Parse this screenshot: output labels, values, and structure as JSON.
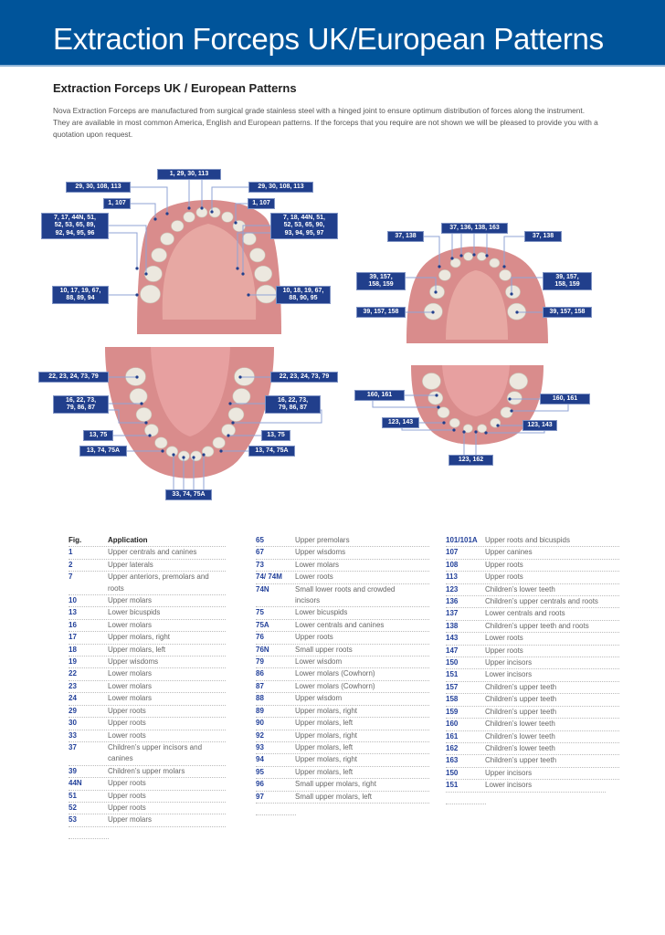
{
  "banner": {
    "title": "Extraction Forceps UK/European Patterns"
  },
  "subtitle": "Extraction Forceps UK / European Patterns",
  "intro": "Nova Extraction Forceps are manufactured from surgical grade stainless steel with a hinged joint to ensure optimum distribution of forces along the instrument. They are available in most common America, English and European patterns. If the forceps that you require are not shown we will be pleased to provide you with a quotation upon request.",
  "colors": {
    "banner": "#00549a",
    "label_box": "#213f8c",
    "fig_number": "#23419a",
    "gum": "#d98c8c",
    "tooth": "#ece8df"
  },
  "diagrams": {
    "upper_adult": [
      "1, 29, 30, 113",
      "29, 30, 108, 113",
      "29, 30, 108, 113",
      "1, 107",
      "1, 107",
      "7, 17, 44N, 51,\n52, 53, 65, 89,\n92, 94, 95, 96",
      "7, 18, 44N, 51,\n52, 53, 65, 90,\n93, 94, 95, 97",
      "10, 17, 19, 67,\n88, 89, 94",
      "10, 18, 19, 67,\n88, 90, 95"
    ],
    "upper_child": [
      "37, 136, 138, 163",
      "37, 138",
      "37, 138",
      "39, 157,\n158, 159",
      "39, 157,\n158, 159",
      "39, 157, 158",
      "39, 157, 158"
    ],
    "lower_adult": [
      "22, 23, 24, 73, 79",
      "22, 23, 24, 73, 79",
      "16, 22, 73,\n79, 86, 87",
      "16, 22, 73,\n79, 86, 87",
      "13, 75",
      "13, 75",
      "13, 74, 75A",
      "13, 74, 75A",
      "33, 74, 75A"
    ],
    "lower_child": [
      "160, 161",
      "160, 161",
      "123, 143",
      "123, 143",
      "123, 162"
    ]
  },
  "table": {
    "headers": {
      "fig": "Fig.",
      "application": "Application"
    },
    "columns": [
      [
        [
          "1",
          "Upper centrals and canines"
        ],
        [
          "2",
          "Upper laterals"
        ],
        [
          "7",
          "Upper anteriors, premolars and roots"
        ],
        [
          "10",
          "Upper molars"
        ],
        [
          "13",
          "Lower bicuspids"
        ],
        [
          "16",
          "Lower molars"
        ],
        [
          "17",
          "Upper molars, right"
        ],
        [
          "18",
          "Upper molars, left"
        ],
        [
          "19",
          "Upper wisdoms"
        ],
        [
          "22",
          "Lower molars"
        ],
        [
          "23",
          "Lower molars"
        ],
        [
          "24",
          "Lower molars"
        ],
        [
          "29",
          "Upper roots"
        ],
        [
          "30",
          "Upper roots"
        ],
        [
          "33",
          "Lower roots"
        ],
        [
          "37",
          "Children’s upper incisors and canines"
        ],
        [
          "39",
          "Children’s upper molars"
        ],
        [
          "44N",
          "Upper roots"
        ],
        [
          "51",
          "Upper roots"
        ],
        [
          "52",
          "Upper roots"
        ],
        [
          "53",
          "Upper molars"
        ]
      ],
      [
        [
          "65",
          "Upper premolars"
        ],
        [
          "67",
          "Upper wisdoms"
        ],
        [
          "73",
          "Lower molars"
        ],
        [
          "74/ 74M",
          "Lower roots"
        ],
        [
          "74N",
          "Small lower roots and crowded incisors"
        ],
        [
          "75",
          "Lower bicuspids"
        ],
        [
          "75A",
          "Lower centrals and canines"
        ],
        [
          "76",
          "Upper roots"
        ],
        [
          "76N",
          "Small upper roots"
        ],
        [
          "79",
          "Lower wisdom"
        ],
        [
          "86",
          "Lower molars (Cowhorn)"
        ],
        [
          "87",
          "Lower molars (Cowhorn)"
        ],
        [
          "88",
          "Upper wisdom"
        ],
        [
          "89",
          "Upper molars, right"
        ],
        [
          "90",
          "Upper molars, left"
        ],
        [
          "92",
          "Upper molars, right"
        ],
        [
          "93",
          "Upper molars, left"
        ],
        [
          "94",
          "Upper molars, right"
        ],
        [
          "95",
          "Upper molars, left"
        ],
        [
          "96",
          "Small upper molars, right"
        ],
        [
          "97",
          "Small upper molars, left"
        ]
      ],
      [
        [
          "101/101A",
          "Upper roots and bicuspids"
        ],
        [
          "107",
          "Upper canines"
        ],
        [
          "108",
          "Upper roots"
        ],
        [
          "113",
          "Upper roots"
        ],
        [
          "123",
          "Children’s lower teeth"
        ],
        [
          "136",
          "Children’s upper centrals and roots"
        ],
        [
          "137",
          "Lower centrals and roots"
        ],
        [
          "138",
          "Children’s upper teeth and roots"
        ],
        [
          "143",
          "Lower roots"
        ],
        [
          "147",
          "Upper roots"
        ],
        [
          "150",
          "Upper incisors"
        ],
        [
          "151",
          "Lower incisors"
        ],
        [
          "157",
          "Children’s upper teeth"
        ],
        [
          "158",
          "Children’s upper teeth"
        ],
        [
          "159",
          "Children’s upper teeth"
        ],
        [
          "160",
          "Children’s lower teeth"
        ],
        [
          "161",
          "Children’s lower teeth"
        ],
        [
          "162",
          "Children’s lower teeth"
        ],
        [
          "163",
          "Children’s upper teeth"
        ],
        [
          "150",
          "Upper incisors"
        ],
        [
          "151",
          "Lower incisors"
        ]
      ]
    ]
  }
}
